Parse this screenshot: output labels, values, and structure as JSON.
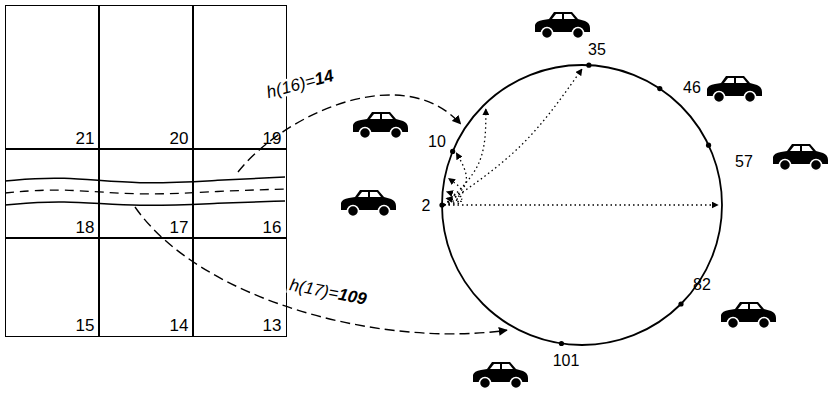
{
  "diagram": {
    "nodes": [
      {
        "text": [
          "21"
        ]
      },
      {
        "text": [
          "20"
        ]
      },
      {
        "text": [
          "19"
        ]
      },
      {
        "text": [
          "18"
        ]
      },
      {
        "text": [
          "17"
        ]
      },
      {
        "text": [
          "16"
        ]
      },
      {
        "text": [
          "15"
        ]
      },
      {
        "text": [
          "14"
        ]
      },
      {
        "text": [
          "13"
        ]
      }
    ],
    "labels": [
      "h(16)=14",
      "35",
      "46",
      "10",
      "57",
      "2",
      "82",
      "h(17)=109",
      "101"
    ]
  }
}
